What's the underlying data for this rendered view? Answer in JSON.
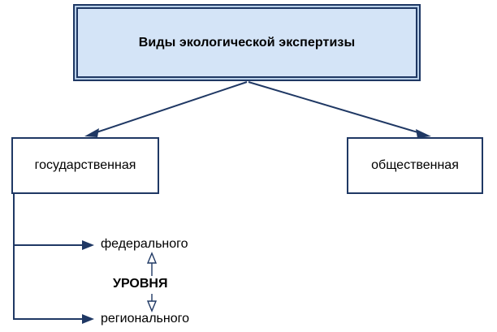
{
  "diagram": {
    "title_node": {
      "label": "Виды экологической экспертизы",
      "fill_color": "#d4e4f7",
      "border_color": "#1f3864",
      "bevel_color": "#b8cfe8"
    },
    "nodes": [
      {
        "id": "gos",
        "label": "государственная",
        "fill_color": "#ffffff",
        "border_color": "#1f3864"
      },
      {
        "id": "obsh",
        "label": "общественная",
        "fill_color": "#ffffff",
        "border_color": "#1f3864"
      }
    ],
    "labels": [
      {
        "id": "federal",
        "label": "федерального",
        "bold": false
      },
      {
        "id": "uroven",
        "label": "УРОВНЯ",
        "bold": true
      },
      {
        "id": "regional",
        "label": "регионального",
        "bold": false
      }
    ],
    "edges": [
      {
        "id": "root-to-gos",
        "from": "title_node",
        "to": "gos",
        "style": "solid-arrow",
        "head": "filled"
      },
      {
        "id": "root-to-obsh",
        "from": "title_node",
        "to": "obsh",
        "style": "solid-arrow",
        "head": "filled"
      },
      {
        "id": "gos-to-federal",
        "from": "gos",
        "to": "federal",
        "style": "elbow-arrow",
        "head": "filled"
      },
      {
        "id": "gos-to-regional",
        "from": "gos",
        "to": "regional",
        "style": "elbow-arrow",
        "head": "filled"
      },
      {
        "id": "uroven-up",
        "from": "uroven",
        "to": "federal",
        "style": "thin-arrow",
        "head": "hollow"
      },
      {
        "id": "uroven-down",
        "from": "uroven",
        "to": "regional",
        "style": "thin-arrow",
        "head": "hollow"
      }
    ],
    "line_color": "#1f3864"
  }
}
